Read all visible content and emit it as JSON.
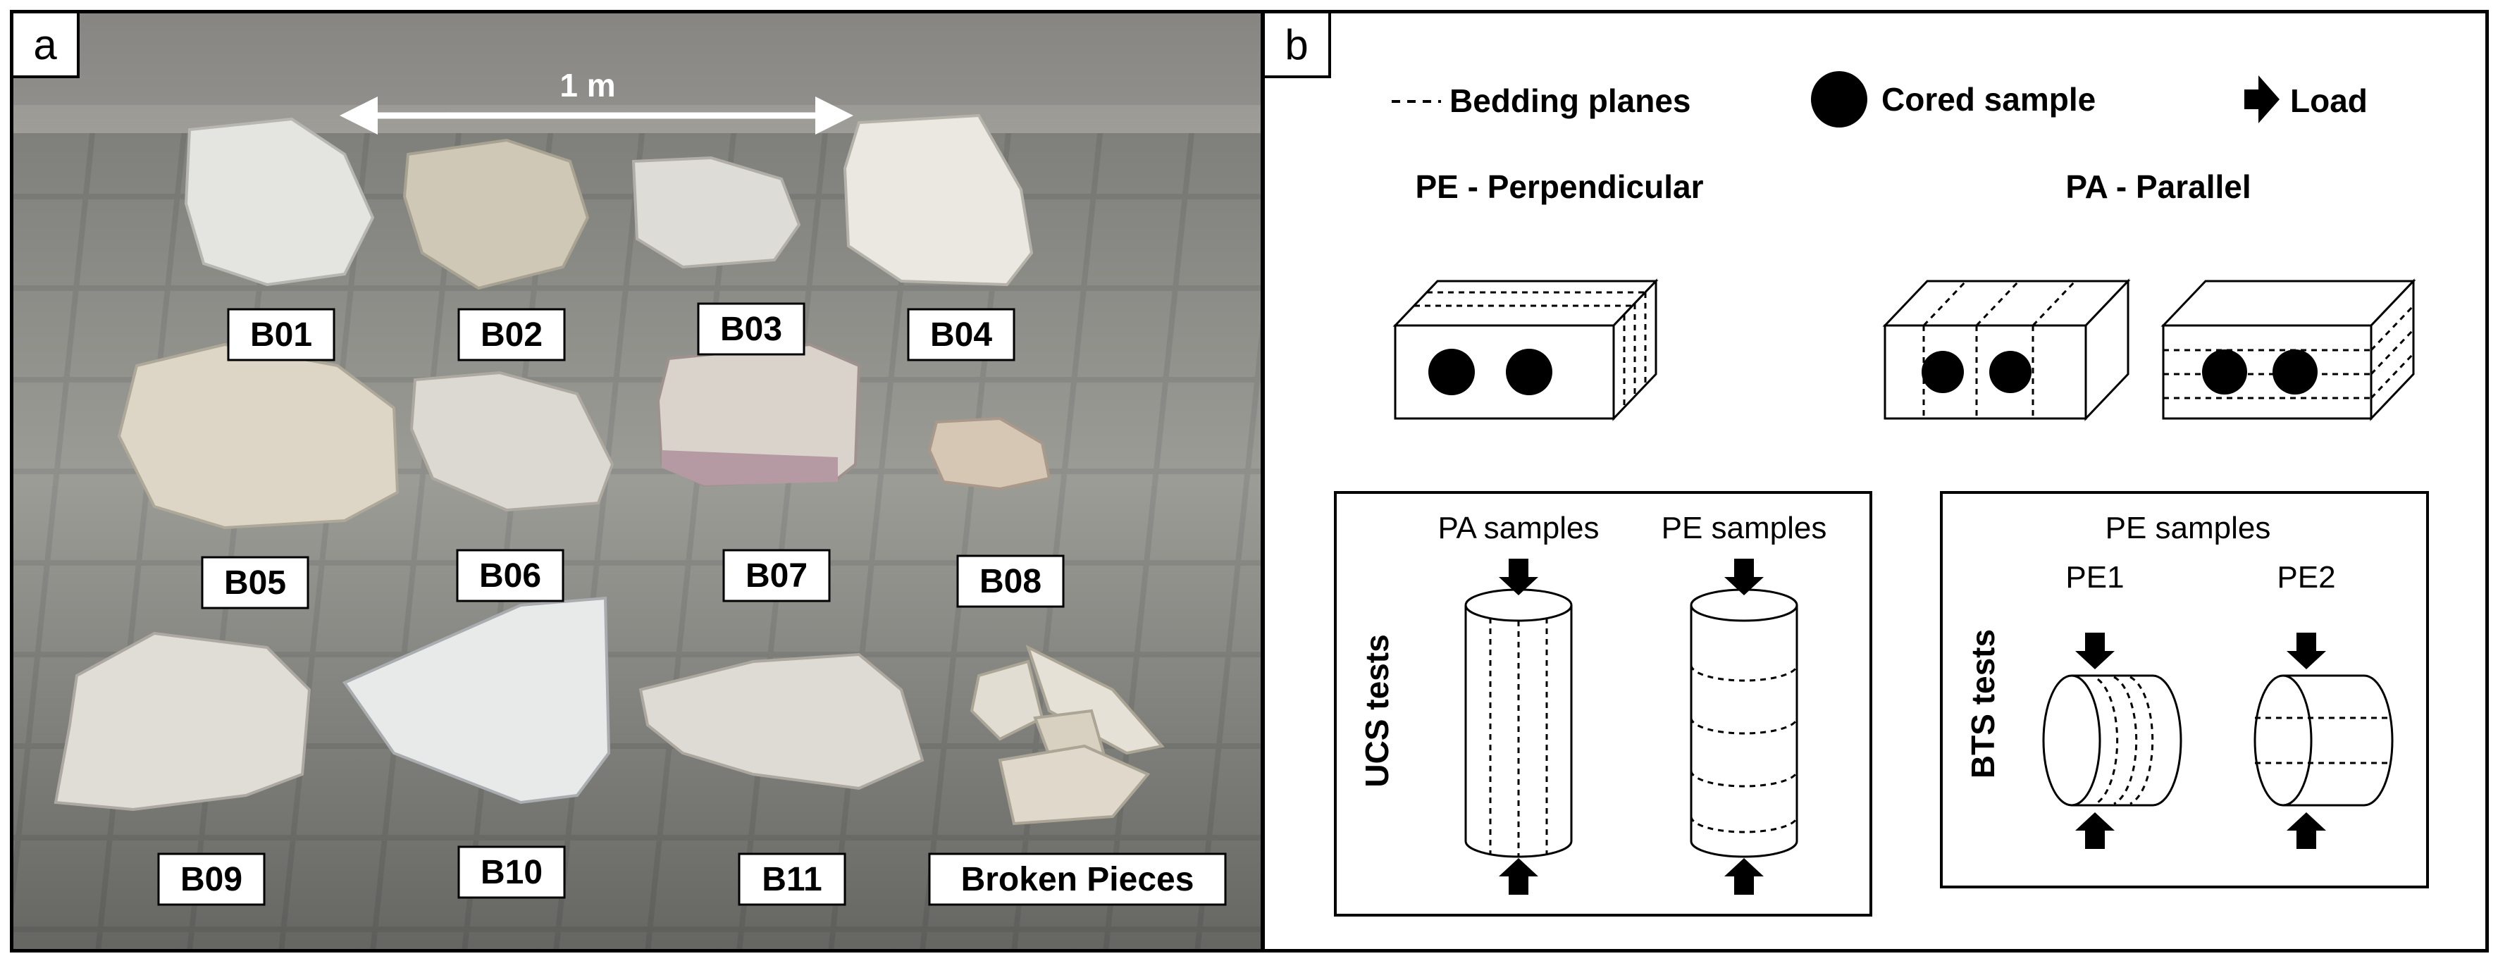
{
  "panel_a": {
    "letter": "a",
    "scale_label": "1 m",
    "blocks": [
      "B01",
      "B02",
      "B03",
      "B04",
      "B05",
      "B06",
      "B07",
      "B08",
      "B09",
      "B10",
      "B11",
      "Broken Pieces"
    ]
  },
  "panel_b": {
    "letter": "b",
    "legend": {
      "bedding": "Bedding planes",
      "cored": "Cored sample",
      "load": "Load"
    },
    "orientation_pe": "PE - Perpendicular",
    "orientation_pa": "PA - Parallel",
    "ucs": {
      "title": "UCS tests",
      "col1": "PA samples",
      "col2": "PE samples"
    },
    "bts": {
      "title": "BTS tests",
      "header": "PE samples",
      "col1": "PE1",
      "col2": "PE2"
    }
  }
}
